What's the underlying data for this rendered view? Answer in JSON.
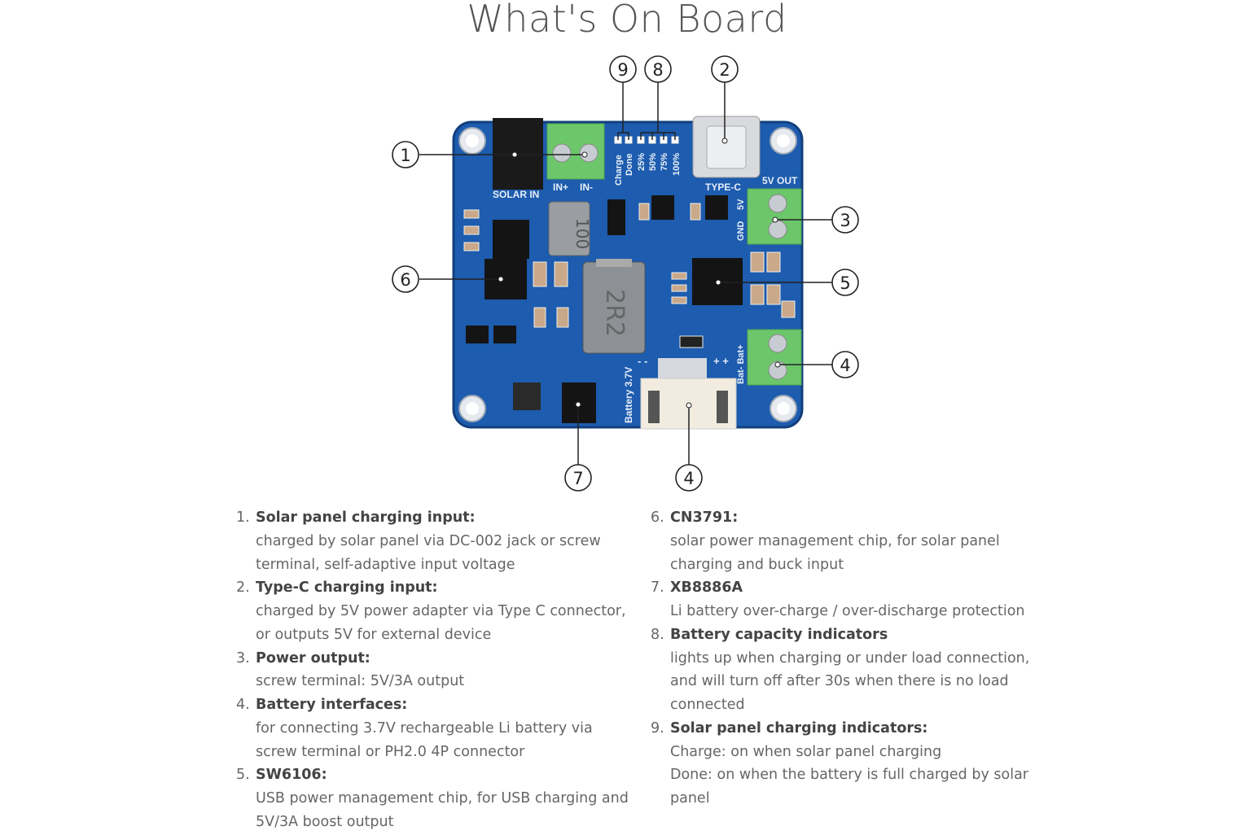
{
  "title": "What's On Board",
  "board": {
    "silkscreen": {
      "solar_in": "SOLAR IN",
      "in_plus": "IN+",
      "in_minus": "IN-",
      "charge": "Charge",
      "done": "Done",
      "p25": "25%",
      "p50": "50%",
      "p75": "75%",
      "p100": "100%",
      "type_c": "TYPE-C",
      "out_5v": "5V OUT",
      "v5": "5V",
      "gnd": "GND",
      "bat": "Bat- Bat+",
      "battery": "Battery 3.7V",
      "inductor_small": "100",
      "inductor_big": "2R2",
      "plus": "+ +",
      "minus": "- -"
    },
    "callouts": [
      "1",
      "2",
      "3",
      "4",
      "5",
      "6",
      "7",
      "8",
      "9"
    ]
  },
  "features": [
    {
      "num": "1.",
      "title": "Solar panel charging input:",
      "desc": "charged by solar panel via DC-002 jack or screw terminal, self-adaptive input voltage"
    },
    {
      "num": "2.",
      "title": "Type-C charging input:",
      "desc": "charged by 5V power adapter via Type C connector, or outputs 5V for external device"
    },
    {
      "num": "3.",
      "title": "Power output:",
      "desc": "screw terminal: 5V/3A output"
    },
    {
      "num": "4.",
      "title": "Battery interfaces:",
      "desc": "for connecting 3.7V rechargeable Li battery via screw terminal or PH2.0 4P connector"
    },
    {
      "num": "5.",
      "title": "SW6106:",
      "desc": "USB power management chip, for USB charging and 5V/3A boost output"
    },
    {
      "num": "6.",
      "title": "CN3791:",
      "desc": "solar power management chip, for solar panel charging and buck input"
    },
    {
      "num": "7.",
      "title": "XB8886A",
      "desc": "Li battery over-charge / over-discharge protection"
    },
    {
      "num": "8.",
      "title": "Battery capacity indicators",
      "desc": "lights up when charging or under load connection, and will turn off after 30s when there is no load connected"
    },
    {
      "num": "9.",
      "title": "Solar panel charging indicators:",
      "desc": "Charge: on when solar panel charging\nDone: on when the battery is full charged by solar panel"
    }
  ]
}
